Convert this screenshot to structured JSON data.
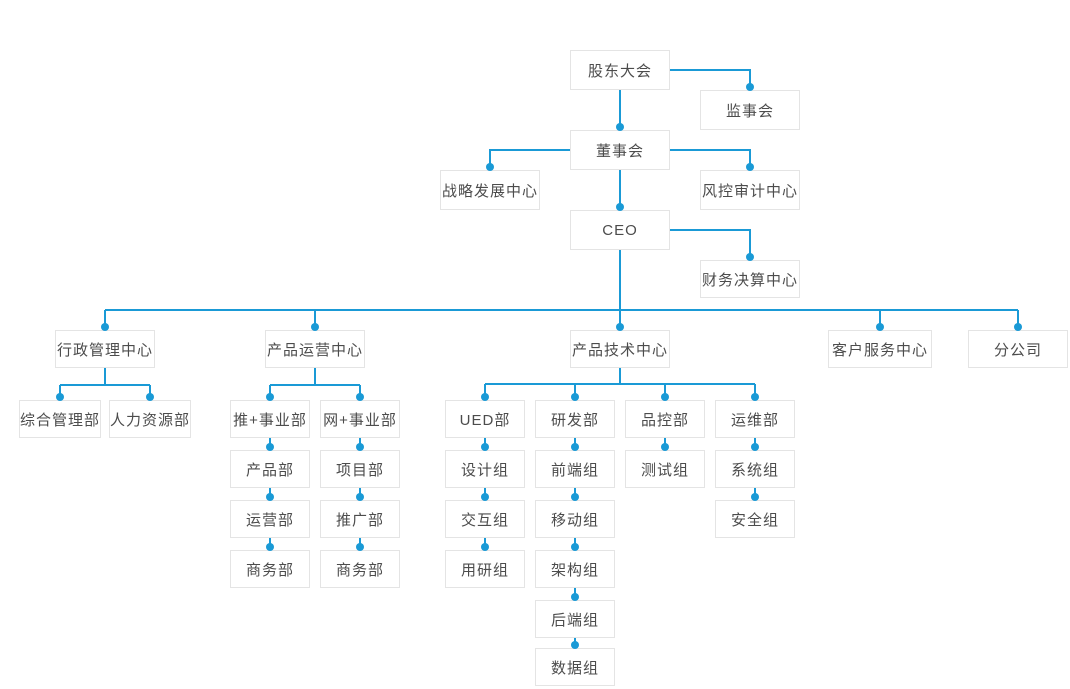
{
  "diagram": {
    "type": "org-chart",
    "colors": {
      "connector": "#1a9ad6",
      "box_border": "#e4e4e4",
      "box_background": "#ffffff",
      "text": "#4c4c4c"
    }
  },
  "nodes": {
    "shareholders_meeting": "股东大会",
    "supervisory_board": "监事会",
    "board_of_directors": "董事会",
    "strategy_dev_center": "战略发展中心",
    "risk_audit_center": "风控审计中心",
    "ceo": "CEO",
    "finance_center": "财务决算中心",
    "admin_center": "行政管理中心",
    "product_ops_center": "产品运营中心",
    "product_tech_center": "产品技术中心",
    "customer_service_center": "客户服务中心",
    "branch_company": "分公司",
    "general_mgmt_dept": "综合管理部",
    "hr_dept": "人力资源部",
    "tui_division": "推+事业部",
    "wang_division": "网+事业部",
    "product_dept": "产品部",
    "project_dept": "项目部",
    "operation_dept": "运营部",
    "promotion_dept": "推广部",
    "business_dept_left": "商务部",
    "business_dept_right": "商务部",
    "ued_dept": "UED部",
    "rd_dept": "研发部",
    "qc_dept": "品控部",
    "devops_dept": "运维部",
    "design_team": "设计组",
    "interaction_team": "交互组",
    "user_research_team": "用研组",
    "frontend_team": "前端组",
    "mobile_team": "移动组",
    "architecture_team": "架构组",
    "backend_team": "后端组",
    "data_team": "数据组",
    "test_team": "测试组",
    "system_team": "系统组",
    "security_team": "安全组"
  },
  "hierarchy": {
    "股东大会": {
      "监事会": {},
      "董事会": {
        "战略发展中心": {},
        "风控审计中心": {},
        "CEO": {
          "财务决算中心": {},
          "行政管理中心": {
            "综合管理部": {},
            "人力资源部": {}
          },
          "产品运营中心": {
            "推+事业部": {
              "产品部": {
                "运营部": {
                  "商务部": {}
                }
              }
            },
            "网+事业部": {
              "项目部": {
                "推广部": {
                  "商务部": {}
                }
              }
            }
          },
          "产品技术中心": {
            "UED部": {
              "设计组": {
                "交互组": {
                  "用研组": {}
                }
              }
            },
            "研发部": {
              "前端组": {
                "移动组": {
                  "架构组": {
                    "后端组": {
                      "数据组": {}
                    }
                  }
                }
              }
            },
            "品控部": {
              "测试组": {}
            },
            "运维部": {
              "系统组": {
                "安全组": {}
              }
            }
          },
          "客户服务中心": {},
          "分公司": {}
        }
      }
    }
  }
}
